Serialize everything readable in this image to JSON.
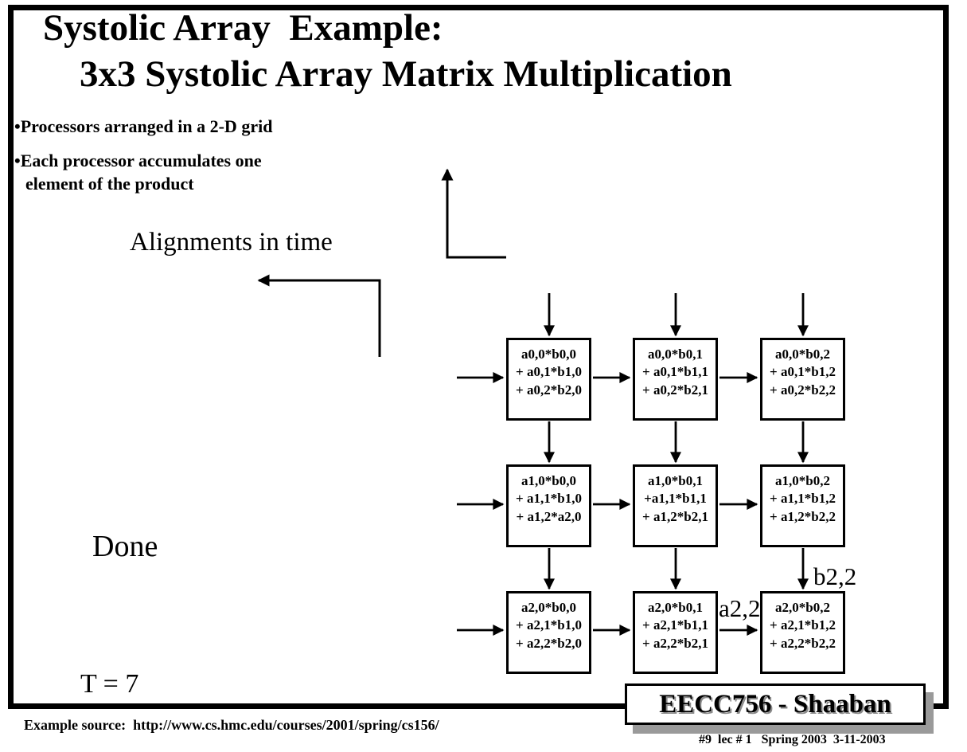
{
  "title": {
    "line1": "Systolic Array  Example:",
    "line2": "3x3 Systolic Array Matrix Multiplication"
  },
  "bullets": [
    "Processors arranged in a 2-D grid",
    "Each processor accumulates one\nelement of the product"
  ],
  "annotations": {
    "alignments": "Alignments in time",
    "done": "Done",
    "time_step": "T = 7",
    "a22": "a2,2",
    "b22": "b2,2"
  },
  "grid": {
    "rows": 3,
    "cols": 3,
    "boxes": [
      {
        "lines": [
          "a0,0*b0,0",
          "+ a0,1*b1,0",
          "+ a0,2*b2,0"
        ]
      },
      {
        "lines": [
          "a0,0*b0,1",
          "+ a0,1*b1,1",
          "+ a0,2*b2,1"
        ]
      },
      {
        "lines": [
          "a0,0*b0,2",
          "+ a0,1*b1,2",
          "+ a0,2*b2,2"
        ]
      },
      {
        "lines": [
          "a1,0*b0,0",
          "+ a1,1*b1,0",
          "+ a1,2*a2,0"
        ]
      },
      {
        "lines": [
          "a1,0*b0,1",
          "+a1,1*b1,1",
          "+ a1,2*b2,1"
        ]
      },
      {
        "lines": [
          "a1,0*b0,2",
          "+ a1,1*b1,2",
          "+ a1,2*b2,2"
        ]
      },
      {
        "lines": [
          "a2,0*b0,0",
          "+ a2,1*b1,0",
          "+ a2,2*b2,0"
        ]
      },
      {
        "lines": [
          "a2,0*b0,1",
          "+ a2,1*b1,1",
          "+ a2,2*b2,1"
        ]
      },
      {
        "lines": [
          "a2,0*b0,2",
          "+ a2,1*b1,2",
          "+ a2,2*b2,2"
        ]
      }
    ]
  },
  "footer": {
    "course": "EECC756 - Shaaban",
    "meta": "#9  lec # 1   Spring 2003  3-11-2003",
    "source": "Example source:  http://www.cs.hmc.edu/courses/2001/spring/cs156/"
  },
  "colors": {
    "ink": "#000000",
    "paper": "#ffffff",
    "shadow": "#9a9a9a"
  }
}
